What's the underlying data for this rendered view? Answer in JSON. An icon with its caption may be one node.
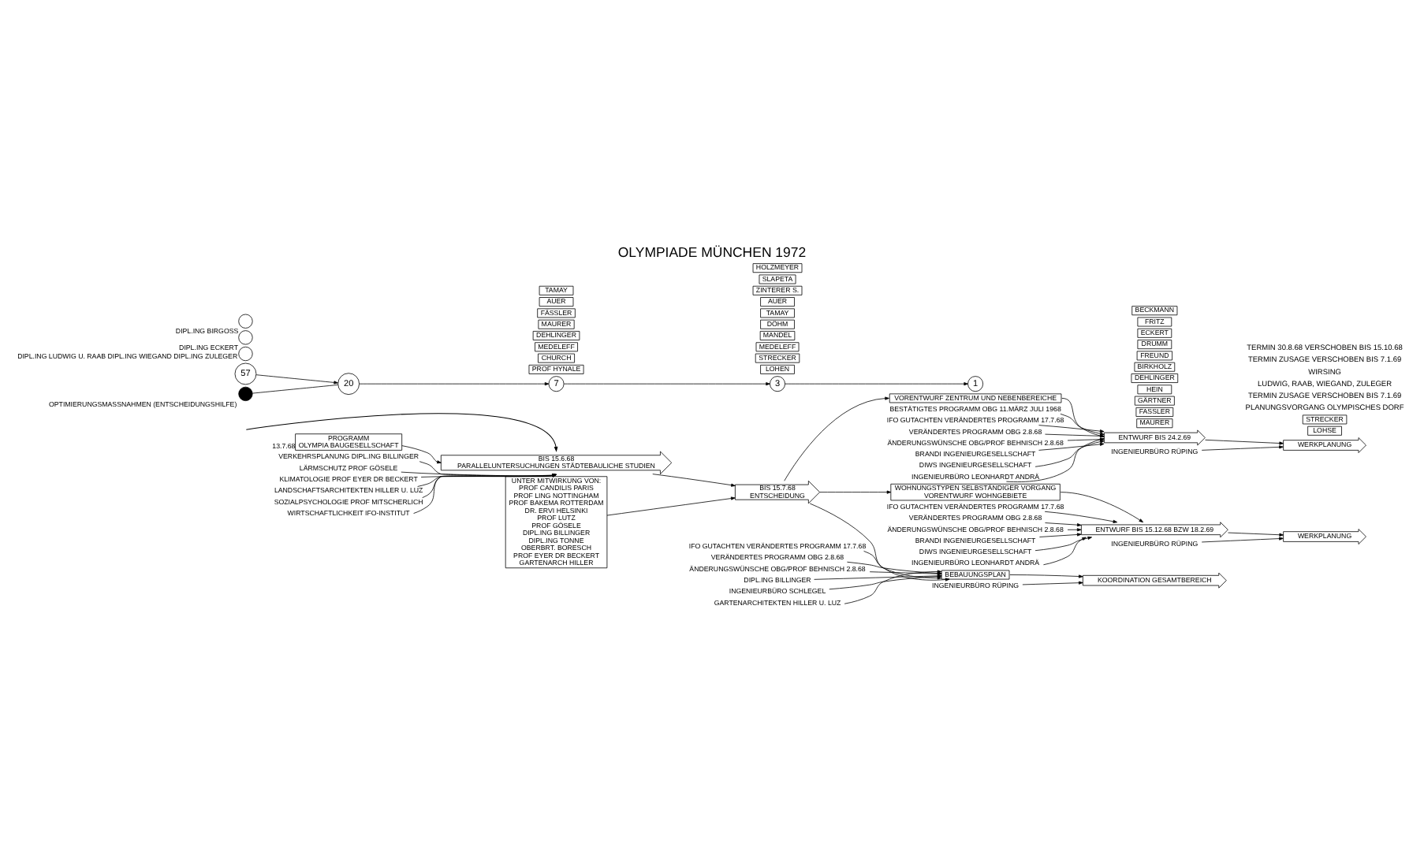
{
  "diagram": {
    "title": "OLYMPIADE MÜNCHEN 1972",
    "nodes": [
      {
        "text": [
          "PROGRAMM",
          "OLYMPIA BAUGESELLSCHAFT"
        ],
        "beside": [
          "13.7.68"
        ]
      },
      {
        "text": [
          "BIS 15.6.68",
          "PARALLELUNTERSUCHUNGEN STÄDTEBAULICHE STUDIEN"
        ]
      },
      {
        "text": [
          "BIS 15.7.68",
          "ENTSCHEIDUNG"
        ]
      },
      {
        "text": [
          "VORENTWURF ZENTRUM UND NEBENBEREICHE"
        ]
      },
      {
        "text": [
          "ENTWURF BIS 24.2.69"
        ]
      },
      {
        "text": [
          "WERKPLANUNG"
        ]
      },
      {
        "text": [
          "INGENIEURBÜRO RÜPING"
        ]
      },
      {
        "text": [
          "WOHNUNGSTYPEN SELBSTÄNDIGER VORGANG",
          "VORENTWURF WOHNGEBIETE"
        ]
      },
      {
        "text": [
          "ENTWURF BIS 15.12.68 BZW 18.2.69"
        ]
      },
      {
        "text": [
          "WERKPLANUNG"
        ]
      },
      {
        "text": [
          "INGENIEURBÜRO RÜPING"
        ]
      },
      {
        "text": [
          "BEBAUUNGSPLAN"
        ]
      },
      {
        "text": [
          "KOORDINATION GESAMTBEREICH"
        ]
      },
      {
        "text": [
          "INGENIEURBÜRO RÜPING"
        ]
      },
      {
        "text": [
          "BESTÄTIGTES PROGRAMM OBG 11.MÄRZ JULI 1968"
        ]
      },
      {
        "text": [
          "IFO GUTACHTEN VERÄNDERTES PROGRAMM 17.7.68"
        ]
      },
      {
        "text": [
          "VERÄNDERTES PROGRAMM OBG 2.8.68"
        ]
      },
      {
        "text": [
          "ÄNDERUNGSWÜNSCHE OBG/PROF BEHNISCH 2.8.68"
        ]
      },
      {
        "text": [
          "IFO GUTACHTEN VERÄNDERTES PROGRAMM 17.7.68"
        ]
      },
      {
        "text": [
          "VERÄNDERTES PROGRAMM OBG 2.8.68"
        ]
      },
      {
        "text": [
          "ÄNDERUNGSWÜNSCHE OBG/PROF BEHNISCH 2.8.68"
        ]
      },
      {
        "text": [
          "IFO GUTACHTEN VERÄNDERTES PROGRAMM 17.7.68"
        ]
      },
      {
        "text": [
          "VERÄNDERTES PROGRAMM OBG 2.8.68"
        ]
      },
      {
        "text": [
          "ÄNDERUNGSWÜNSCHE OBG/PROF BEHNISCH 2.8.68"
        ]
      },
      {
        "text": [
          "BRANDI INGENIEURGESELLSCHAFT"
        ]
      },
      {
        "text": [
          "DIWS INGENIEURGESELLSCHAFT"
        ]
      },
      {
        "text": [
          "INGENIEURBÜRO LEONHARDT ANDRÄ"
        ]
      },
      {
        "text": [
          "BRANDI INGENIEURGESELLSCHAFT"
        ]
      },
      {
        "text": [
          "DIWS INGENIEURGESELLSCHAFT"
        ]
      },
      {
        "text": [
          "INGENIEURBÜRO LEONHARDT ANDRÄ"
        ]
      },
      {
        "text": [
          "DIPL.ING BILLINGER"
        ]
      },
      {
        "text": [
          "INGENIEURBÜRO SCHLEGEL"
        ]
      },
      {
        "text": [
          "GARTENARCHITEKTEN HILLER U. LUZ"
        ]
      },
      {
        "text": [
          "57"
        ]
      },
      {
        "text": [
          "20"
        ]
      },
      {
        "text": [
          "7"
        ]
      },
      {
        "text": [
          "3"
        ]
      },
      {
        "text": [
          "1"
        ]
      },
      {
        "text": [],
        "shape": "circle",
        "beside": [
          "OPTIMIERUNGSMASSNAHMEN (ENTSCHEIDUNGSHILFE)"
        ]
      },
      {
        "text": [],
        "shape": "circle",
        "beside": [
          "DIPL.ING LUDWIG U. RAAB DIPL.ING WIEGAND DIPL.ING ZULEGER"
        ]
      },
      {
        "text": [],
        "shape": "circle",
        "beside": [
          "DIPL.ING ECKERT"
        ]
      },
      {
        "text": [],
        "shape": "circle",
        "beside": [
          "DIPL.ING BIRGOSS"
        ]
      },
      {
        "text": [
          "UNTER MITWIRKUNG VON:",
          "PROF CANDILIS PARIS",
          "PROF LING NOTTINGHAM",
          "PROF BAKEMA ROTTERDAM",
          "DR. ERVI HELSINKI",
          "PROF LUTZ",
          "PROF GÖSELE",
          "DIPL.ING BILLINGER",
          "DIPL.ING TONNE",
          "OBERBRT. BORESCH",
          "PROF EYER DR BECKERT",
          "GARTENARCH HILLER"
        ]
      },
      {
        "text": [
          "PROF HYNALE"
        ]
      },
      {
        "text": [
          "CHURCH"
        ]
      },
      {
        "text": [
          "MEDELEFF"
        ]
      },
      {
        "text": [
          "DEHLINGER"
        ]
      },
      {
        "text": [
          "MAURER"
        ]
      },
      {
        "text": [
          "FÄSSLER"
        ]
      },
      {
        "text": [
          "AUER"
        ]
      },
      {
        "text": [
          "TAMAY"
        ]
      },
      {
        "text": [
          "LOHEN"
        ]
      },
      {
        "text": [
          "STRECKER"
        ]
      },
      {
        "text": [
          "MEDELEFF"
        ]
      },
      {
        "text": [
          "MANDEL"
        ]
      },
      {
        "text": [
          "DÖHM"
        ]
      },
      {
        "text": [
          "TAMAY"
        ]
      },
      {
        "text": [
          "AUER"
        ]
      },
      {
        "text": [
          "ZINTERER S."
        ]
      },
      {
        "text": [
          "SLAPETA"
        ]
      },
      {
        "text": [
          "HOLZMEYER"
        ]
      },
      {
        "text": [
          "MAURER"
        ]
      },
      {
        "text": [
          "FASSLER"
        ]
      },
      {
        "text": [
          "GÄRTNER"
        ]
      },
      {
        "text": [
          "HEIN"
        ]
      },
      {
        "text": [
          "DEHLINGER"
        ]
      },
      {
        "text": [
          "BIRKHOLZ"
        ]
      },
      {
        "text": [
          "FREUND"
        ]
      },
      {
        "text": [
          "DRUMM"
        ]
      },
      {
        "text": [
          "ECKERT"
        ]
      },
      {
        "text": [
          "FRITZ"
        ]
      },
      {
        "text": [
          "BECKMANN"
        ]
      },
      {
        "text": [
          "LOHSE"
        ]
      },
      {
        "text": [
          "STRECKER"
        ]
      },
      {
        "text": [
          "VERKEHRSPLANUNG DIPL.ING BILLINGER"
        ]
      },
      {
        "text": [
          "LÄRMSCHUTZ PROF GÖSELE"
        ]
      },
      {
        "text": [
          "KLIMATOLOGIE PROF EYER DR BECKERT"
        ]
      },
      {
        "text": [
          "LANDSCHAFTSARCHITEKTEN HILLER U. LUZ"
        ]
      },
      {
        "text": [
          "SOZIALPSYCHOLOGIE PROF MITSCHERLICH"
        ]
      },
      {
        "text": [
          "WIRTSCHAFTLICHKEIT IFO-INSTITUT"
        ]
      }
    ],
    "edges": [
      {
        "from": 0,
        "to": 1,
        "arrow": "to"
      },
      {
        "from": null,
        "to": 1,
        "arrow": "to"
      },
      {
        "from": 1,
        "to": 2,
        "arrow": "to"
      },
      {
        "from": 2,
        "to": 3,
        "arrow": "to"
      },
      {
        "from": 2,
        "to": 7,
        "arrow": "to"
      },
      {
        "from": 2,
        "to": 11,
        "arrow": "to"
      },
      {
        "from": 3,
        "to": 4,
        "arrow": "to"
      },
      {
        "from": 4,
        "to": 5,
        "arrow": "to"
      },
      {
        "from": 6,
        "to": 5,
        "arrow": "to"
      },
      {
        "from": 7,
        "to": 8,
        "arrow": "to"
      },
      {
        "from": 8,
        "to": 9,
        "arrow": "to"
      },
      {
        "from": 10,
        "to": 9,
        "arrow": "to"
      },
      {
        "from": 11,
        "to": 12,
        "arrow": "to"
      },
      {
        "from": 13,
        "to": 12,
        "arrow": "to"
      },
      {
        "from": 14,
        "to": 4,
        "arrow": "to"
      },
      {
        "from": 15,
        "to": 4,
        "arrow": "to"
      },
      {
        "from": 16,
        "to": 4,
        "arrow": "to"
      },
      {
        "from": 17,
        "to": 4,
        "arrow": "to"
      },
      {
        "from": 18,
        "to": 8,
        "arrow": "to"
      },
      {
        "from": 19,
        "to": 8,
        "arrow": "to"
      },
      {
        "from": 20,
        "to": 8,
        "arrow": "to"
      },
      {
        "from": 21,
        "to": 11,
        "arrow": "to"
      },
      {
        "from": 22,
        "to": 11,
        "arrow": "to"
      },
      {
        "from": 23,
        "to": 11,
        "arrow": "to"
      },
      {
        "from": 24,
        "to": 4,
        "arrow": "to"
      },
      {
        "from": 25,
        "to": 4,
        "arrow": "to"
      },
      {
        "from": 26,
        "to": 4,
        "arrow": "to"
      },
      {
        "from": 27,
        "to": 8,
        "arrow": "to"
      },
      {
        "from": 28,
        "to": 8,
        "arrow": "to"
      },
      {
        "from": 29,
        "to": 8,
        "arrow": "to"
      },
      {
        "from": 30,
        "to": 11,
        "arrow": "to"
      },
      {
        "from": 31,
        "to": 11,
        "arrow": "to"
      },
      {
        "from": 32,
        "to": 11,
        "arrow": "to"
      },
      {
        "from": 33,
        "to": 34,
        "arrow": "to"
      },
      {
        "from": 34,
        "to": 35,
        "arrow": "to"
      },
      {
        "from": 35,
        "to": 36,
        "arrow": "to"
      },
      {
        "from": 36,
        "to": 37,
        "arrow": "to"
      },
      {
        "from": 38,
        "to": 34,
        "arrow": "none"
      },
      {
        "from": 42,
        "to": 2,
        "arrow": "to"
      },
      {
        "from": 74,
        "to": 1,
        "arrow": "to"
      },
      {
        "from": 75,
        "to": 1,
        "arrow": "to"
      },
      {
        "from": 76,
        "to": 1,
        "arrow": "to"
      },
      {
        "from": 77,
        "to": 1,
        "arrow": "to"
      },
      {
        "from": 78,
        "to": 1,
        "arrow": "to"
      },
      {
        "from": 79,
        "to": 1,
        "arrow": "to"
      }
    ],
    "labels": [
      "PLANUNGSVORGANG OLYMPISCHES DORF",
      "TERMIN ZUSAGE VERSCHOBEN BIS 7.1.69",
      "LUDWIG, RAAB, WIEGAND, ZULEGER",
      "WIRSING",
      "TERMIN ZUSAGE VERSCHOBEN BIS 7.1.69",
      "TERMIN 30.8.68 VERSCHOBEN BIS 15.10.68"
    ]
  }
}
